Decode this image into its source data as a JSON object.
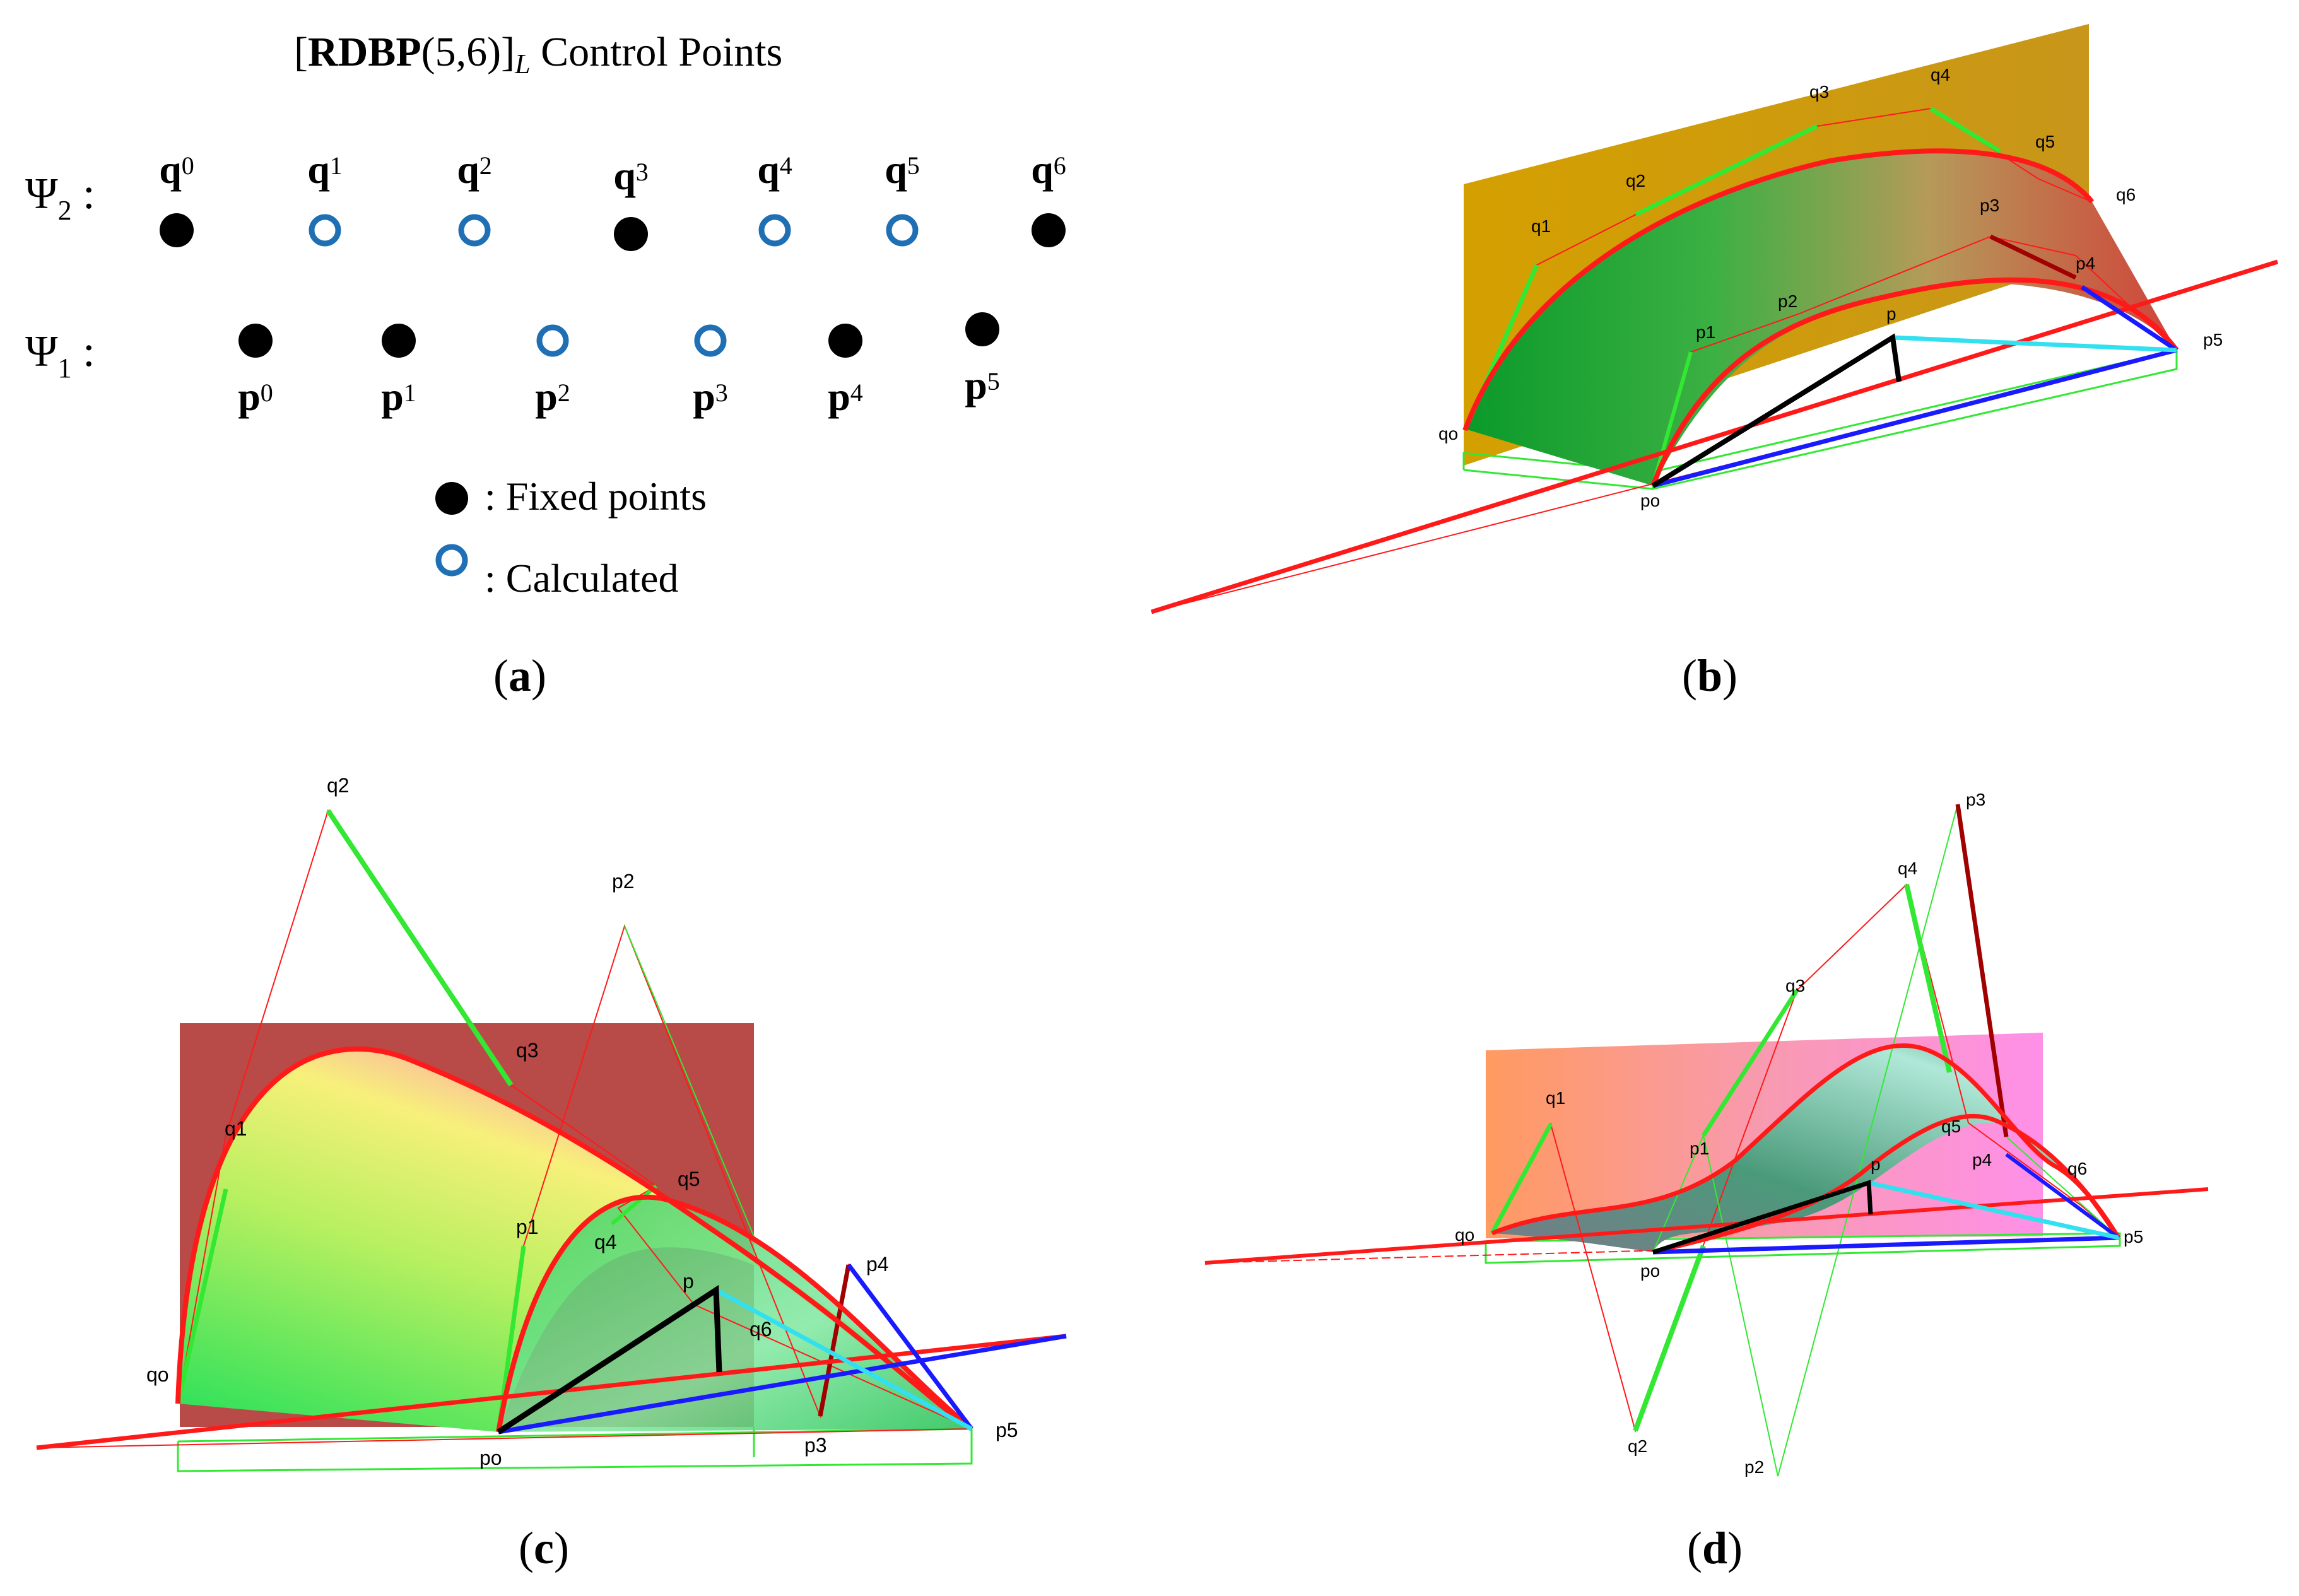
{
  "panel_a": {
    "title_prefix": "[",
    "title_bold": "RDBP",
    "title_args": "(5,6)]",
    "title_sub": "L",
    "title_rest": " Control Points",
    "row2_label": "Ψ",
    "row2_sub": "2",
    "row2_colon": " :",
    "row1_label": "Ψ",
    "row1_sub": "1",
    "row1_colon": " :",
    "q_points": [
      {
        "base": "q",
        "idx": "0",
        "type": "fixed"
      },
      {
        "base": "q",
        "idx": "1",
        "type": "calculated"
      },
      {
        "base": "q",
        "idx": "2",
        "type": "calculated"
      },
      {
        "base": "q",
        "idx": "3",
        "type": "fixed"
      },
      {
        "base": "q",
        "idx": "4",
        "type": "calculated"
      },
      {
        "base": "q",
        "idx": "5",
        "type": "calculated"
      },
      {
        "base": "q",
        "idx": "6",
        "type": "fixed"
      }
    ],
    "p_points": [
      {
        "base": "p",
        "idx": "0",
        "type": "fixed"
      },
      {
        "base": "p",
        "idx": "1",
        "type": "fixed"
      },
      {
        "base": "p",
        "idx": "2",
        "type": "calculated"
      },
      {
        "base": "p",
        "idx": "3",
        "type": "calculated"
      },
      {
        "base": "p",
        "idx": "4",
        "type": "fixed"
      },
      {
        "base": "p",
        "idx": "5",
        "type": "fixed"
      }
    ],
    "legend_fixed": ": Fixed points",
    "legend_calculated": ": Calculated"
  },
  "captions": {
    "a": {
      "open": "(",
      "letter": "a",
      "close": ")"
    },
    "b": {
      "open": "(",
      "letter": "b",
      "close": ")"
    },
    "c": {
      "open": "(",
      "letter": "c",
      "close": ")"
    },
    "d": {
      "open": "(",
      "letter": "d",
      "close": ")"
    }
  },
  "panel_b": {
    "labels": {
      "q1": "q1",
      "q2": "q2",
      "q3": "q3",
      "q4": "q4",
      "q5": "q5",
      "q6": "q6",
      "p1": "p1",
      "p2": "p2",
      "p3": "p3",
      "p4": "p4",
      "p5": "p5",
      "p": "p",
      "qo": "qo",
      "po": "po"
    },
    "plane_color": "#d4a017"
  },
  "panel_c": {
    "labels": {
      "q1": "q1",
      "q2": "q2",
      "q3": "q3",
      "q4": "q4",
      "q5": "q5",
      "q6": "q6",
      "p1": "p1",
      "p2": "p2",
      "p3": "p3",
      "p4": "p4",
      "p5": "p5",
      "p": "p",
      "qo": "qo",
      "po": "po"
    },
    "plane_color": "#b84a48"
  },
  "panel_d": {
    "labels": {
      "q1": "q1",
      "q2": "q2",
      "q3": "q3",
      "q4": "q4",
      "q5": "q5",
      "q6": "q6",
      "p1": "p1",
      "p2": "p2",
      "p3": "p3",
      "p4": "p4",
      "p5": "p5",
      "p": "p",
      "qo": "qo",
      "po": "po"
    },
    "plane_color": "#f48fb1"
  },
  "colors": {
    "fixed": "#000000",
    "calculated": "#1f6fb5",
    "curve": "#ff1a1a",
    "tangent": "#33e833",
    "axis_blue": "#1a1aff",
    "cyan": "#33e0f0"
  }
}
